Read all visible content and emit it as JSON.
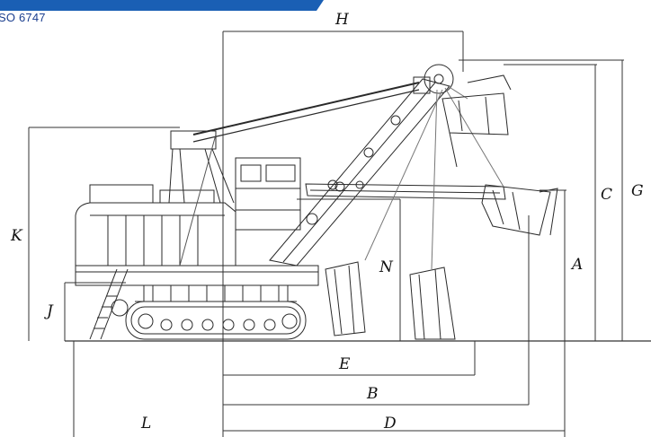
{
  "header": {
    "standard_label": "SO 6747",
    "banner_color": "#1a5fb4"
  },
  "diagram": {
    "dimension_labels": {
      "H": "H",
      "K": "K",
      "J": "J",
      "N": "N",
      "E": "E",
      "B": "B",
      "L": "L",
      "D": "D",
      "A": "A",
      "C": "C",
      "G": "G"
    },
    "line_color": "#333333"
  }
}
